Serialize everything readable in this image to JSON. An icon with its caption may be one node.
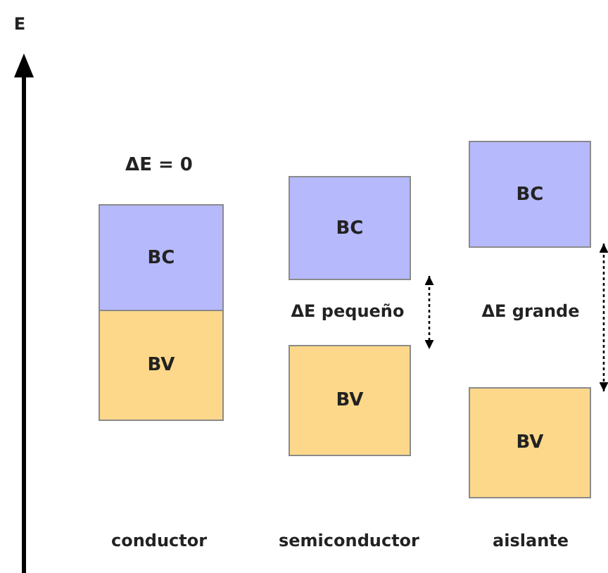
{
  "diagram": {
    "nodes": [
      {
        "text": [
          "BC"
        ]
      },
      {
        "text": [
          "BV"
        ]
      },
      {
        "text": [
          "BC"
        ]
      },
      {
        "text": [
          "BV"
        ]
      },
      {
        "text": [
          "BC"
        ]
      },
      {
        "text": [
          "BV"
        ]
      }
    ],
    "edges": [
      {
        "from": 2,
        "to": 3,
        "arrow": "both",
        "style": "dashed"
      },
      {
        "from": 4,
        "to": 5,
        "arrow": "both",
        "style": "dashed"
      }
    ],
    "labels": [
      "E",
      "ΔE = 0",
      "ΔE pequeño",
      "ΔE grande",
      "conductor",
      "semiconductor",
      "aislante"
    ]
  }
}
